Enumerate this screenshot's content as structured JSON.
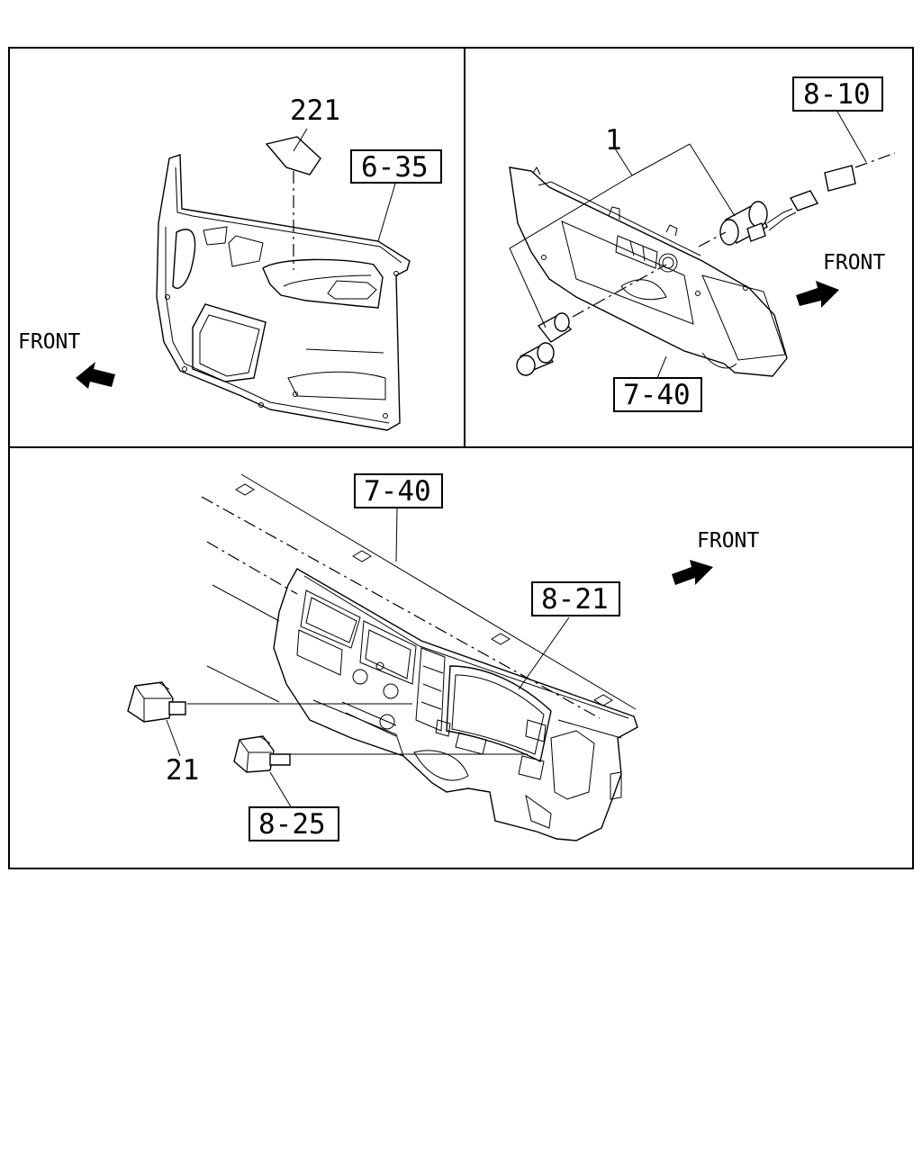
{
  "panels": {
    "door": {
      "part_label": "221",
      "ref_label": "6-35",
      "front_label": "FRONT"
    },
    "cigar": {
      "part_label": "1",
      "ref_top_label": "8-10",
      "ref_bottom_label": "7-40",
      "front_label": "FRONT"
    },
    "dash": {
      "ref_top_label": "7-40",
      "ref_mid_label": "8-21",
      "ref_bottom_label": "8-25",
      "part_label": "21",
      "front_label": "FRONT"
    }
  }
}
